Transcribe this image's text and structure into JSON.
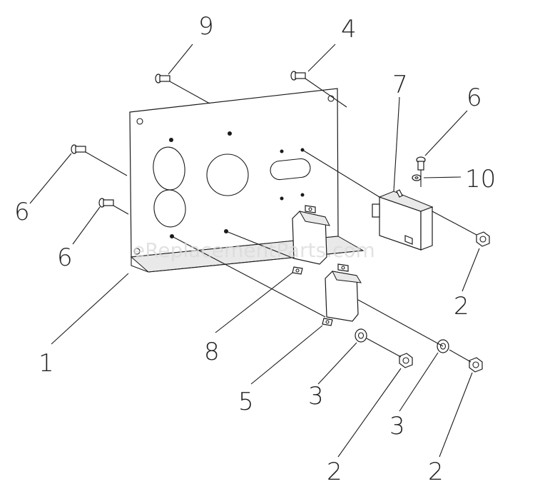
{
  "diagram": {
    "watermark": "eReplacementParts.com",
    "callouts": {
      "c9": "9",
      "c4": "4",
      "c7": "7",
      "c6_top": "6",
      "c10": "10",
      "c6_left_upper": "6",
      "c6_left_lower": "6",
      "c2_right": "2",
      "c1": "1",
      "c8": "8",
      "c5": "5",
      "c3_left": "3",
      "c3_right": "3",
      "c2_mid": "2",
      "c2_bottom": "2"
    },
    "colors": {
      "line": "#1a1a1a",
      "fill": "#ffffff",
      "watermark": "#d9d9d9"
    }
  }
}
